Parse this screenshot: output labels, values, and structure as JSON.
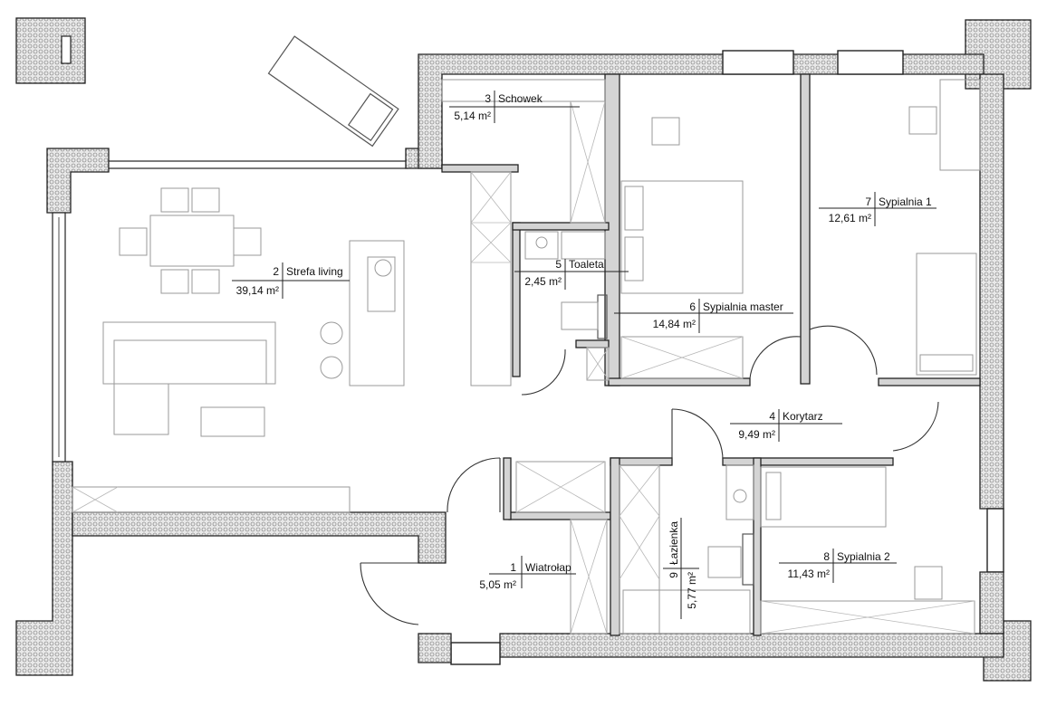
{
  "rooms": [
    {
      "number": "1",
      "name": "Wiatrołap",
      "area": "5,05 m²"
    },
    {
      "number": "2",
      "name": "Strefa living",
      "area": "39,14 m²"
    },
    {
      "number": "3",
      "name": "Schowek",
      "area": "5,14 m²"
    },
    {
      "number": "4",
      "name": "Korytarz",
      "area": "9,49 m²"
    },
    {
      "number": "5",
      "name": "Toaleta",
      "area": "2,45 m²"
    },
    {
      "number": "6",
      "name": "Sypialnia master",
      "area": "14,84 m²"
    },
    {
      "number": "7",
      "name": "Sypialnia 1",
      "area": "12,61 m²"
    },
    {
      "number": "8",
      "name": "Sypialnia 2",
      "area": "11,43 m²"
    },
    {
      "number": "9",
      "name": "Łazienka",
      "area": "5,77 m²"
    }
  ],
  "colors": {
    "wall_fill": "#d4d4d4",
    "outline": "#222222",
    "furniture": "#9a9a9a"
  }
}
